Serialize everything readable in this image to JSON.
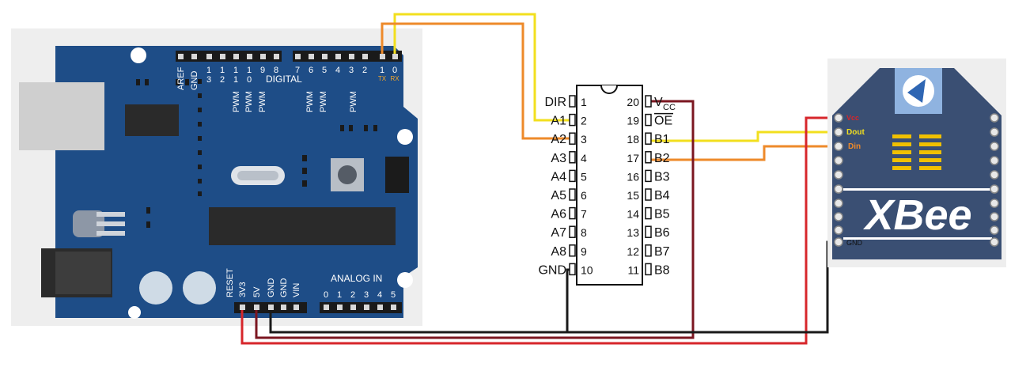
{
  "arduino": {
    "digital_header_labels": [
      "AREF",
      "GND",
      "13",
      "12",
      "11",
      "10",
      "9",
      "8",
      "7",
      "6",
      "5",
      "4",
      "3",
      "2",
      "1",
      "0"
    ],
    "digital_label": "DIGITAL",
    "tx_label": "TX",
    "rx_label": "RX",
    "pwm_label": "PWM",
    "power_labels": [
      "RESET",
      "3V3",
      "5V",
      "GND",
      "GND",
      "VIN"
    ],
    "analog_label": "ANALOG IN",
    "analog_pins": [
      "0",
      "1",
      "2",
      "3",
      "4",
      "5"
    ]
  },
  "ic": {
    "left_pins": [
      {
        "num": "1",
        "name": "DIR"
      },
      {
        "num": "2",
        "name": "A1"
      },
      {
        "num": "3",
        "name": "A2"
      },
      {
        "num": "4",
        "name": "A3"
      },
      {
        "num": "5",
        "name": "A4"
      },
      {
        "num": "6",
        "name": "A5"
      },
      {
        "num": "7",
        "name": "A6"
      },
      {
        "num": "8",
        "name": "A7"
      },
      {
        "num": "9",
        "name": "A8"
      },
      {
        "num": "10",
        "name": "GND"
      }
    ],
    "right_pins": [
      {
        "num": "20",
        "name": "V",
        "sub": "CC"
      },
      {
        "num": "19",
        "name": "OE",
        "overline": true
      },
      {
        "num": "18",
        "name": "B1"
      },
      {
        "num": "17",
        "name": "B2"
      },
      {
        "num": "16",
        "name": "B3"
      },
      {
        "num": "15",
        "name": "B4"
      },
      {
        "num": "14",
        "name": "B5"
      },
      {
        "num": "13",
        "name": "B6"
      },
      {
        "num": "12",
        "name": "B7"
      },
      {
        "num": "11",
        "name": "B8"
      }
    ]
  },
  "xbee": {
    "logo": "XBee",
    "pin_labels": {
      "vcc": "Vcc",
      "dout": "Dout",
      "din": "Din",
      "gnd": "GND"
    }
  },
  "colors": {
    "board": "#1e4d87",
    "wire_yellow": "#f2df1e",
    "wire_orange": "#ee8a2a",
    "wire_red": "#d7262b",
    "wire_darkred": "#7b1620",
    "wire_black": "#1a1a1a",
    "xbee_body": "#3a4f73"
  }
}
